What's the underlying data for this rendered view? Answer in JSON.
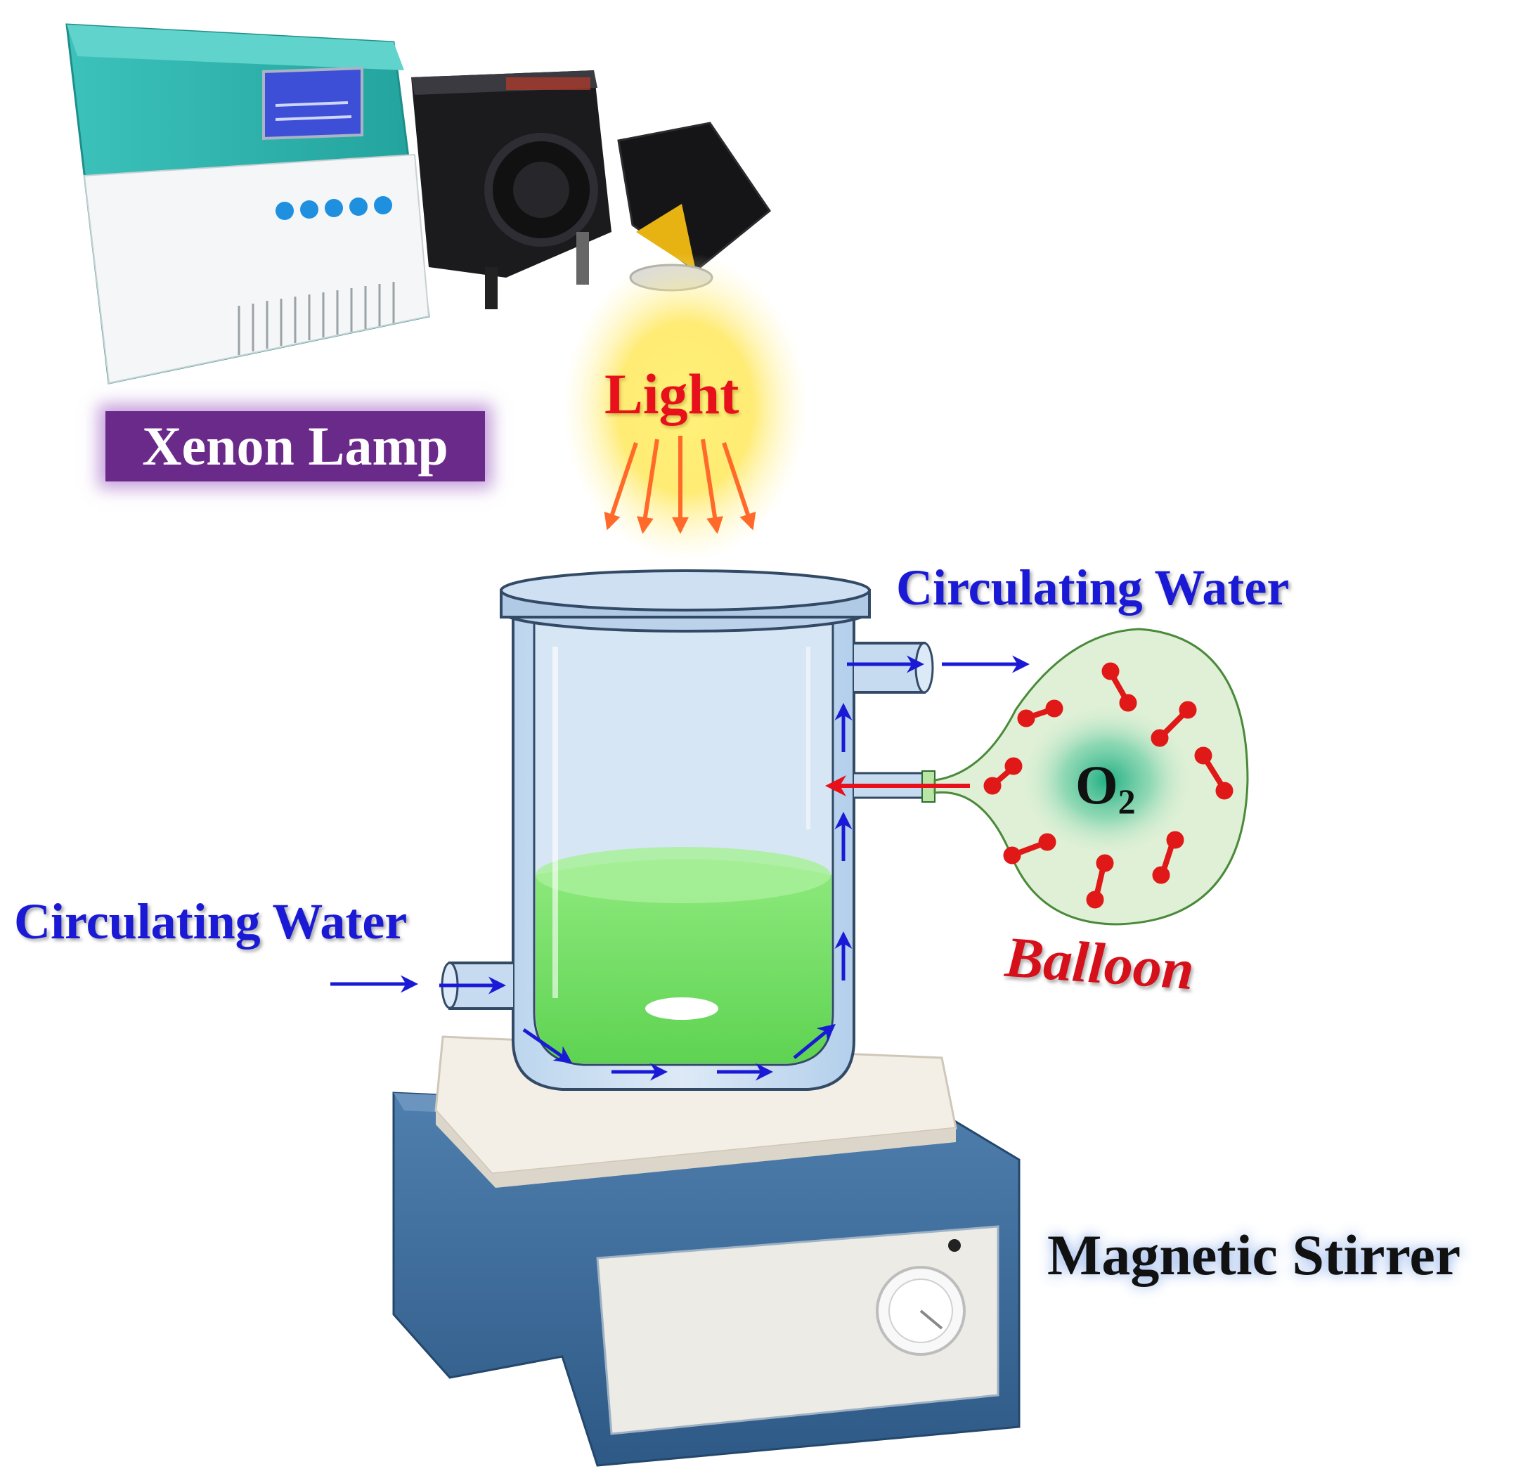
{
  "labels": {
    "xenon_lamp": "Xenon Lamp",
    "light": "Light",
    "circulating_water_outlet": "Circulating Water",
    "circulating_water_inlet": "Circulating Water",
    "balloon": "Balloon",
    "o2_main": "O",
    "o2_sub": "2",
    "magnetic_stirrer": "Magnetic Stirrer"
  },
  "colors": {
    "water_arrow": "#1a1ad6",
    "gas_arrow": "#e8101a",
    "label_blue": "#1a1ad6",
    "label_red": "#e8101a",
    "lamp_body": "#2fb3ad",
    "liquid": "#7be06a",
    "reactor_jacket": "#b9d3ec",
    "balloon_fill": "#dff0d6",
    "oxygen_atom": "#e01818",
    "stirrer_base": "#3d6e9e"
  },
  "icons": {
    "lamp": "xenon-lamp-device",
    "reactor": "jacketed-reactor",
    "balloon": "oxygen-balloon",
    "stirrer": "magnetic-stirrer"
  }
}
